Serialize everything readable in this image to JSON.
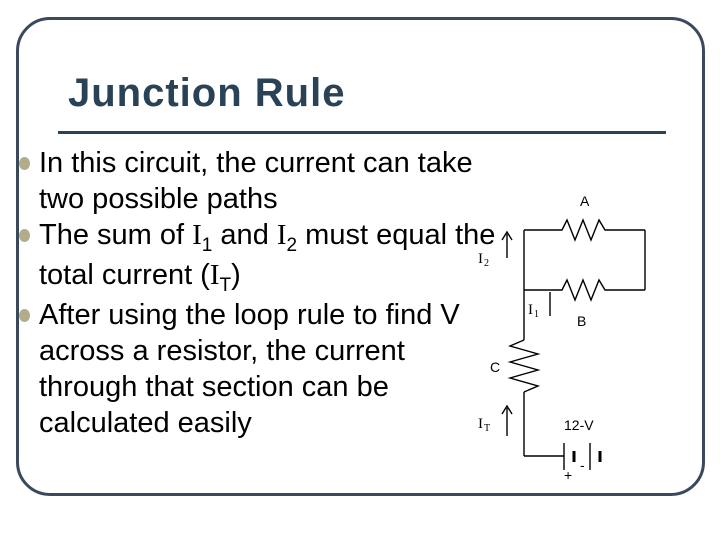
{
  "slide": {
    "title": "Junction Rule",
    "bullets": {
      "b1": "In this circuit, the current can take two possible paths",
      "b2_a": "The sum of ",
      "b2_i": "I",
      "b2_s1": "1",
      "b2_b": " and ",
      "b2_s2": "2",
      "b2_c": " must equal the total current (",
      "b2_sT": "T",
      "b2_d": ")",
      "b3": "After using the loop rule to find V across a resistor, the current through that section can be calculated easily"
    }
  },
  "circuit": {
    "resistor_a": "A",
    "resistor_b": "B",
    "resistor_c": "C",
    "battery": "12-V",
    "current_symbol": "I",
    "i2_sub": "2",
    "i1_sub": "1",
    "it_sub": "T"
  },
  "colors": {
    "frame": "#3a4a5c",
    "title": "#2a4256",
    "bullet": "#b2ac8a"
  }
}
